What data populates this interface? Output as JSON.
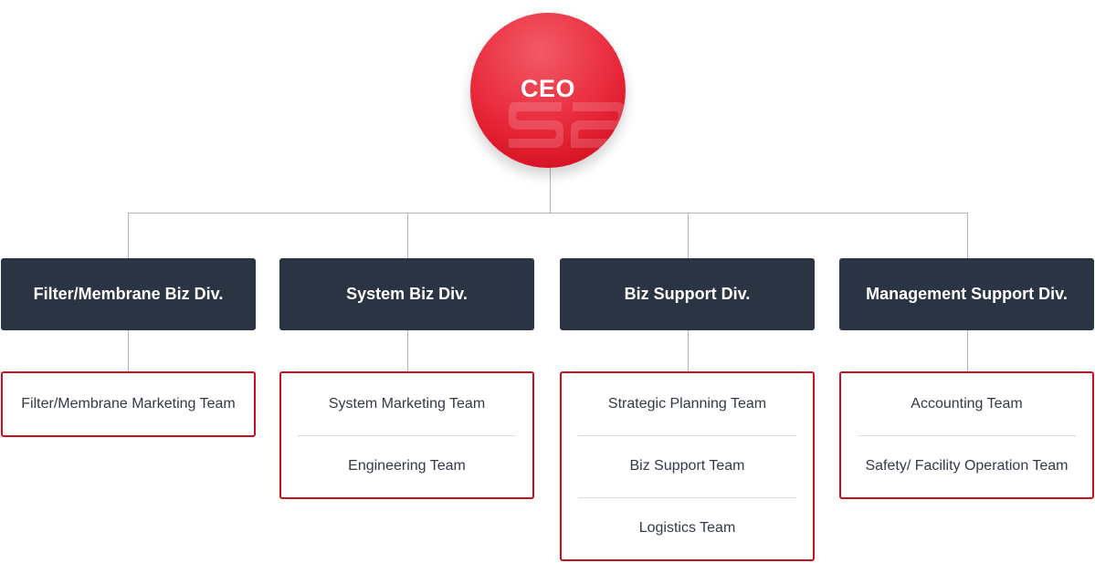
{
  "ceo": {
    "label": "CEO"
  },
  "divisions": [
    {
      "title": "Filter/Membrane Biz Div.",
      "teams": [
        "Filter/Membrane Marketing Team"
      ]
    },
    {
      "title": "System Biz Div.",
      "teams": [
        "System Marketing Team",
        "Engineering Team"
      ]
    },
    {
      "title": "Biz Support Div.",
      "teams": [
        "Strategic Planning Team",
        "Biz Support Team",
        "Logistics Team"
      ]
    },
    {
      "title": "Management Support Div.",
      "teams": [
        "Accounting Team",
        "Safety/ Facility Operation Team"
      ]
    }
  ],
  "colors": {
    "accent": "#c8101f",
    "division_bg": "#2b3443",
    "connector": "#b3b3b3"
  }
}
